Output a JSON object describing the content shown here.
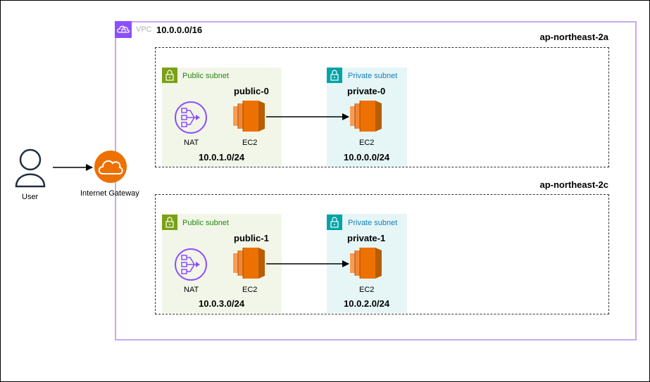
{
  "user": {
    "label": "User"
  },
  "igw": {
    "label": "Internet Gateway"
  },
  "vpc": {
    "label": "VPC",
    "cidr": "10.0.0.0/16"
  },
  "zones": [
    {
      "name": "ap-northeast-2a",
      "public_subnet": {
        "label": "Public subnet",
        "instance": "public-0",
        "nat_label": "NAT",
        "ec2_label": "EC2",
        "cidr": "10.0.1.0/24"
      },
      "private_subnet": {
        "label": "Private subnet",
        "instance": "private-0",
        "ec2_label": "EC2",
        "cidr": "10.0.0.0/24"
      }
    },
    {
      "name": "ap-northeast-2c",
      "public_subnet": {
        "label": "Public subnet",
        "instance": "public-1",
        "nat_label": "NAT",
        "ec2_label": "EC2",
        "cidr": "10.0.3.0/24"
      },
      "private_subnet": {
        "label": "Private subnet",
        "instance": "private-1",
        "ec2_label": "EC2",
        "cidr": "10.0.2.0/24"
      }
    }
  ],
  "colors": {
    "vpc_border": "#c8a8f0",
    "vpc_icon": "#8c4fff",
    "public_lock": "#7aa116",
    "private_lock": "#00a4a6",
    "ec2": "#ed7100",
    "igw": "#ed7100",
    "nat": "#8c4fff"
  },
  "icons": [
    "user-icon",
    "cloud-icon",
    "vpc-icon",
    "lock-icon",
    "nat-gateway-icon",
    "ec2-instance-icon"
  ]
}
